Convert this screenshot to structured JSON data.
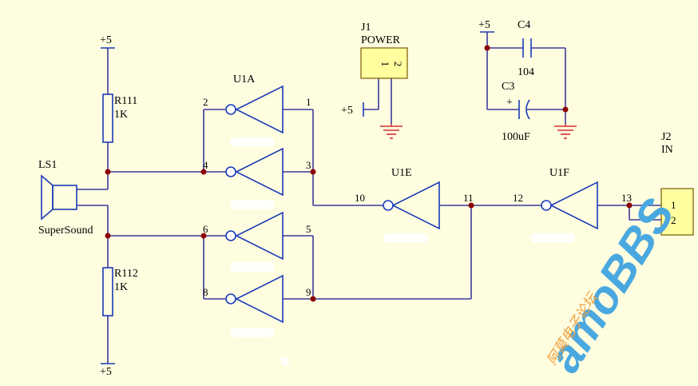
{
  "components": {
    "ls1": {
      "ref": "LS1",
      "name": "SuperSound"
    },
    "r111": {
      "ref": "R111",
      "value": "1K"
    },
    "r112": {
      "ref": "R112",
      "value": "1K"
    },
    "j1": {
      "ref": "J1",
      "name": "POWER",
      "pins": [
        "1",
        "2"
      ]
    },
    "j2": {
      "ref": "J2",
      "name": "IN",
      "pins": [
        "1",
        "2"
      ]
    },
    "c4": {
      "ref": "C4",
      "value": "104"
    },
    "c3": {
      "ref": "C3",
      "value": "100uF",
      "polarity": "+"
    },
    "u1a": {
      "ref": "U1A"
    },
    "u1e": {
      "ref": "U1E"
    },
    "u1f": {
      "ref": "U1F"
    }
  },
  "power": {
    "vcc_label": "+5"
  },
  "pins": {
    "p1": "1",
    "p2": "2",
    "p3": "3",
    "p4": "4",
    "p5": "5",
    "p6": "6",
    "p8": "8",
    "p9": "9",
    "p10": "10",
    "p11": "11",
    "p12": "12",
    "p13": "13"
  },
  "watermark": {
    "brand": "amoBBS",
    "cn": "阿莫电子论坛"
  },
  "colors": {
    "background": "#fffde0",
    "wire": "#3a3a9a",
    "part": "#1a3ab8",
    "ground": "#d03030",
    "junction": "#8b0000",
    "connector": "#ffffa0"
  }
}
